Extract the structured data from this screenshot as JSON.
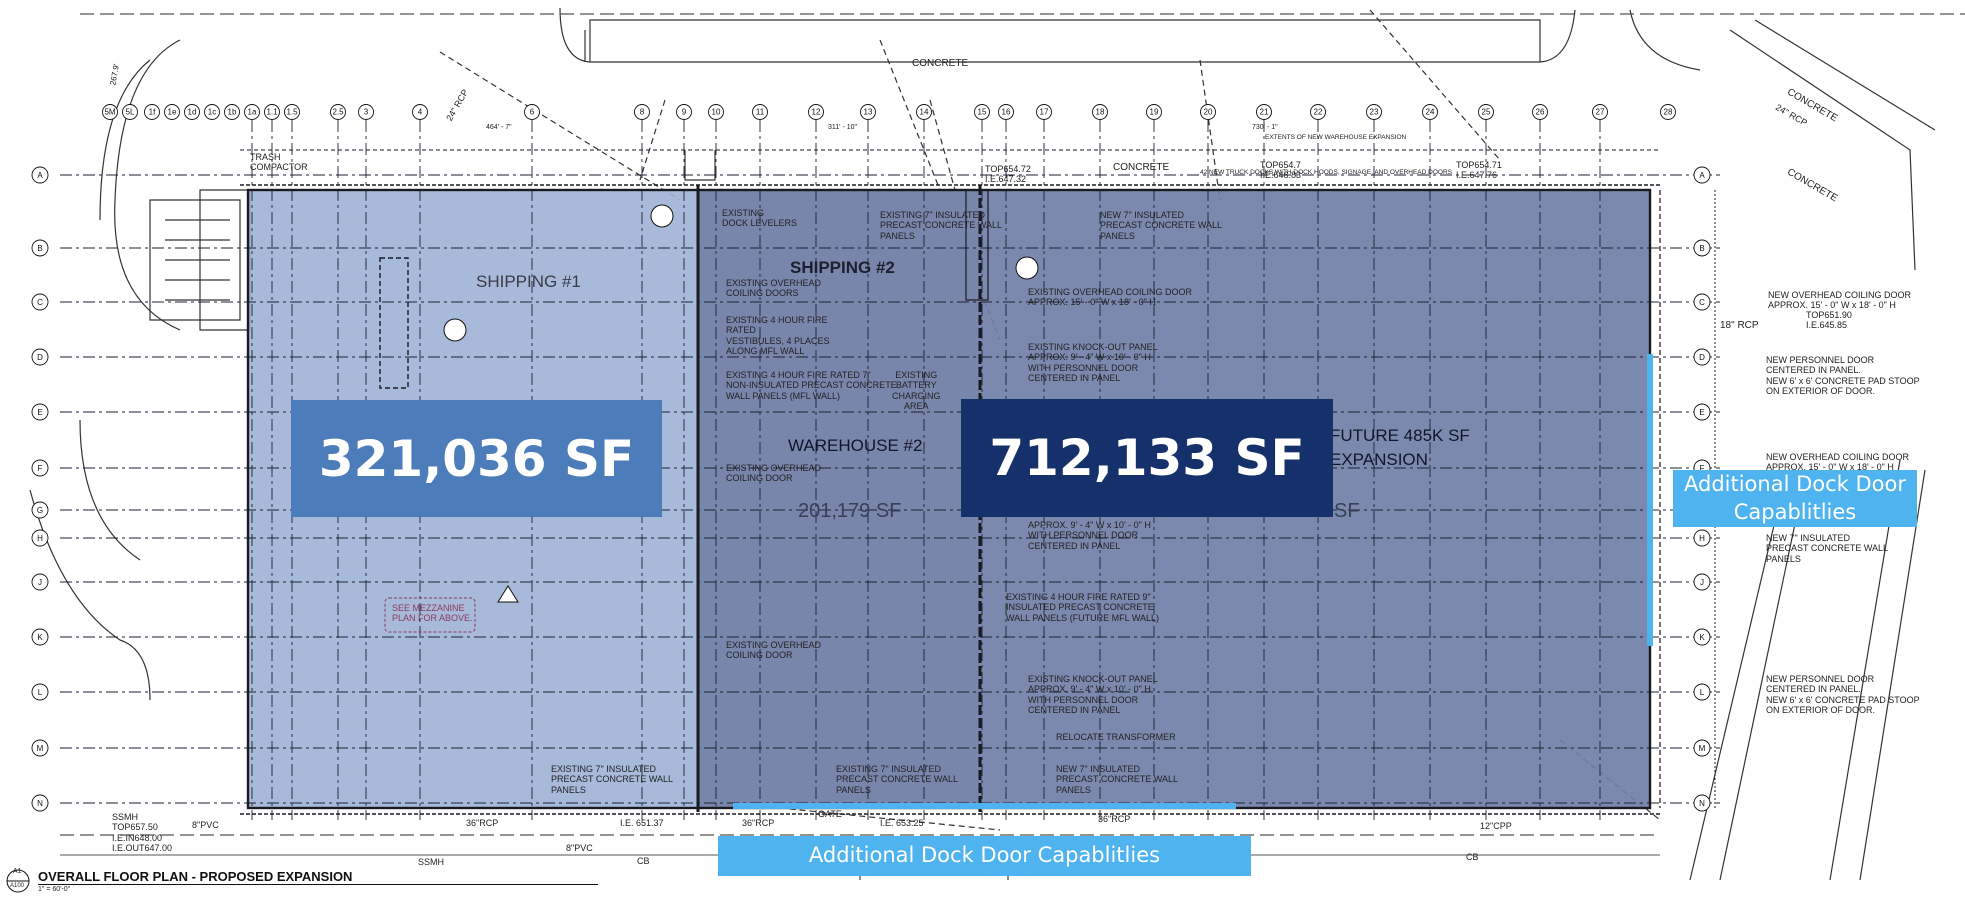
{
  "areas": {
    "existing_sf": "321,036 SF",
    "expansion_sf": "712,133 SF",
    "colors": {
      "existing_fill": "#9fb3d6",
      "existing_box": "#4d7cba",
      "expansion_fill": "#6f7fa6",
      "expansion_box": "#15306a",
      "callout": "#4fb3f0"
    }
  },
  "rooms": {
    "shipping1": "SHIPPING #1",
    "shipping2": "SHIPPING #2",
    "warehouse2": "WAREHOUSE #2",
    "warehouse2_sf": "201,179 SF",
    "future_line1": "FUTURE 485K SF",
    "future_line2": "EXPANSION",
    "future_sf_partial": "SF"
  },
  "callouts": {
    "dock_right": "Additional Dock Door Capablitlies",
    "dock_bottom": "Additional Dock Door Capablitlies"
  },
  "notes": {
    "existing_dock_levelers": "EXISTING\nDOCK LEVELERS",
    "existing_7in_panels_top": "EXISTING 7\" INSULATED\nPRECAST CONCRETE WALL\nPANELS",
    "new_7in_panels_top": "NEW 7\" INSULATED\nPRECAST CONCRETE WALL\nPANELS",
    "truck_docks": "42 NEW TRUCK DOCKS WITH DOCK HOODS, SIGNAGE, AND OVERHEAD DOORS",
    "extents": "EXTENTS OF NEW WAREHOUSE EXPANSION",
    "ovh_coiling_doors": "EXISTING OVERHEAD\nCOILING DOORS",
    "fire_vestibules": "EXISTING 4 HOUR FIRE\nRATED\nVESTIBULES, 4 PLACES\nALONG MFL WALL",
    "fire_non_insulated": "EXISTING 4 HOUR FIRE RATED 7\"\nNON-INSULATED PRECAST CONCRETE\nWALL PANELS (MFL WALL)",
    "battery_charging": "EXISTING\nBATTERY\nCHARGING\nAREA",
    "ovh_coiling_door_1": "EXISTING OVERHEAD\nCOILING DOOR",
    "ovh_coiling_door_2": "EXISTING OVERHEAD\nCOILING DOOR",
    "existing_ovh_approx": "EXISTING OVERHEAD COILING DOOR\nAPPROX. 15' - 0\" W x 18' - 0\" H",
    "knockout_panel_1": "EXISTING KNOCK-OUT PANEL\nAPPROX. 9' - 4\" W x 10' - 0\" H\nWITH PERSONNEL DOOR\nCENTERED IN PANEL",
    "knockout_panel_2_tail": "APPROX. 9' - 4\" W x 10' - 0\" H\nWITH PERSONNEL DOOR\nCENTERED IN PANEL",
    "fire_future_mfl": "EXISTING 4 HOUR FIRE RATED 9\"\nINSULATED PRECAST CONCRETE\nWALL PANELS (FUTURE MFL WALL)",
    "knockout_panel_3": "EXISTING KNOCK-OUT PANEL\nAPPROX. 9' - 4\" W x 10' - 0\" H\nWITH PERSONNEL DOOR\nCENTERED IN PANEL",
    "relocate_transformer": "RELOCATE TRANSFORMER",
    "existing_7in_bottom_left": "EXISTING 7\" INSULATED\nPRECAST CONCRETE WALL\nPANELS",
    "existing_7in_bottom_mid": "EXISTING 7\" INSULATED\nPRECAST CONCRETE WALL\nPANELS",
    "new_7in_bottom": "NEW 7\" INSULATED\nPRECAST CONCRETE WALL\nPANELS",
    "mezzanine": "SEE MEZZANINE\nPLAN FOR ABOVE.",
    "new_ovh_1": "NEW OVERHEAD COILING DOOR\nAPPROX. 15' - 0\" W x 18' - 0\" H",
    "new_personnel_1": "NEW PERSONNEL DOOR\nCENTERED IN PANEL.\nNEW 6' x 6' CONCRETE PAD STOOP\nON EXTERIOR OF DOOR.",
    "new_ovh_2": "NEW OVERHEAD COILING DOOR\nAPPROX. 15' - 0\" W x 18' - 0\" H",
    "new_7in_right": "NEW 7\" INSULATED\nPRECAST CONCRETE WALL\nPANELS",
    "new_personnel_2": "NEW PERSONNEL DOOR\nCENTERED IN PANEL.\nNEW 6' x 6' CONCRETE PAD STOOP\nON EXTERIOR OF DOOR.",
    "trash_compactor": "TRASH\nCOMPACTOR",
    "gate": "GATE"
  },
  "site_labels": {
    "concrete_1": "CONCRETE",
    "concrete_2": "CONCRETE",
    "concrete_3": "CONCRETE",
    "concrete_4": "CONCRETE",
    "rcp_18": "18\" RCP",
    "rcp_24_a": "24\" RCP",
    "rcp_24_b": "24\" RCP",
    "rcp_36_a": "36\"RCP",
    "rcp_36_b": "36\"RCP",
    "rcp_36_c": "36\"RCP",
    "pvc_8_a": "8\"PVC",
    "pvc_8_b": "8\"PVC",
    "ssmh_left": "SSMH\nTOP657.50\nI.E.IN648.00\nI.E.OUT647.00",
    "top_654_72": "TOP654.72\nI.E.647.32",
    "top_654_7": "TOP654.7\nI.E.646.83",
    "top_654_71": "TOP654.71\nI.E.647.76",
    "top_651": "TOP651.90\nI.E.645.85",
    "ie_651": "I.E. 651.37",
    "ie_653": "I.E. 653.25",
    "cpp_12": "12\"CPP",
    "ssmh": "SSMH",
    "cb_1": "CB",
    "cb_2": "CB",
    "dim_311": "311' - 10\"",
    "dim_730": "730' - 1\"",
    "dim_464": "464' - 7\"",
    "dim_267": "267.9'"
  },
  "title_block": {
    "title": "OVERALL FLOOR PLAN - PROPOSED EXPANSION",
    "sheet_ref": "A1",
    "sheet_num": "A100",
    "scale": "1\" = 60'-0\""
  },
  "grid": {
    "rows": [
      "A",
      "B",
      "C",
      "D",
      "E",
      "F",
      "G",
      "H",
      "J",
      "K",
      "L",
      "M",
      "N"
    ],
    "cols": [
      "5M",
      "5L",
      "1f",
      "1e",
      "1d",
      "1c",
      "1b",
      "1a",
      "1.1",
      "1.5",
      "2.5",
      "3",
      "4",
      "6",
      "8",
      "9",
      "10",
      "11",
      "12",
      "13",
      "14",
      "15",
      "16",
      "17",
      "18",
      "19",
      "20",
      "21",
      "22",
      "23",
      "24",
      "25",
      "26",
      "27",
      "28"
    ]
  }
}
